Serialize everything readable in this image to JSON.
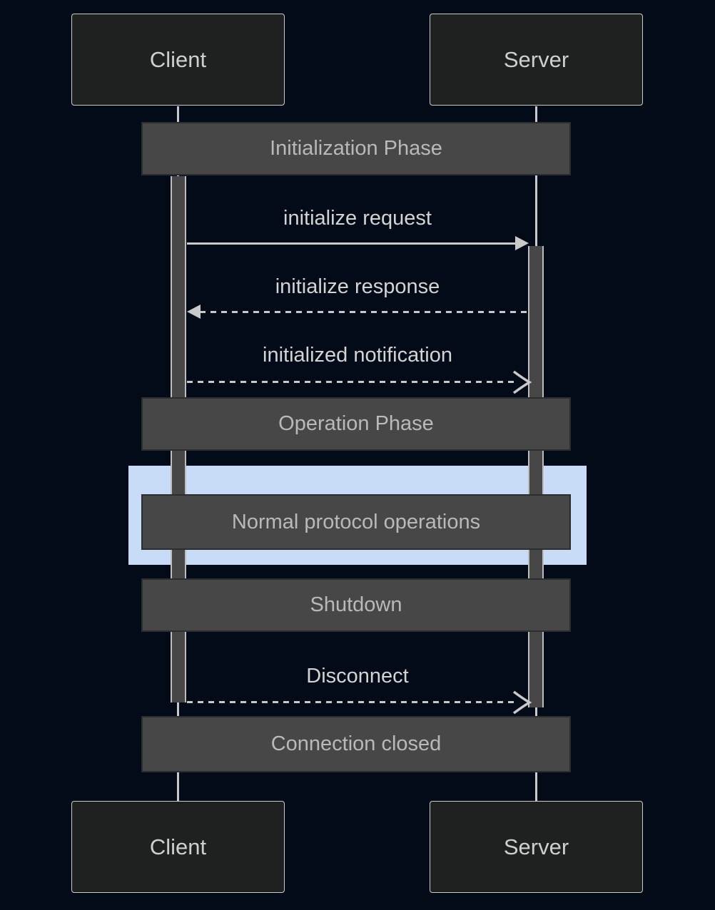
{
  "diagram": {
    "type": "sequence-diagram",
    "actors": {
      "client": "Client",
      "server": "Server"
    },
    "phases": {
      "initialization": "Initialization Phase",
      "operation": "Operation Phase",
      "normal_operations": "Normal protocol operations",
      "shutdown": "Shutdown",
      "connection_closed": "Connection closed"
    },
    "messages": [
      {
        "label": "initialize request",
        "from": "Client",
        "to": "Server",
        "line": "solid",
        "arrowhead": "filled"
      },
      {
        "label": "initialize response",
        "from": "Server",
        "to": "Client",
        "line": "dashed",
        "arrowhead": "filled"
      },
      {
        "label": "initialized notification",
        "from": "Client",
        "to": "Server",
        "line": "dashed",
        "arrowhead": "open"
      },
      {
        "label": "Disconnect",
        "from": "Client",
        "to": "Server",
        "line": "dashed",
        "arrowhead": "open"
      }
    ],
    "colors": {
      "background": "#040b18",
      "actor_fill": "#1f2121",
      "actor_border": "#cccccc",
      "actor_text": "#cfcfcf",
      "phase_bar_fill": "#474747",
      "phase_bar_border": "#2a2e30",
      "phase_bar_text": "#b9b9b9",
      "message_text": "#d3d3d3",
      "line": "#c9c9c9",
      "activation_fill": "#474747",
      "activation_border": "#bdbdbd",
      "highlight_fill": "#c9dcf7"
    }
  }
}
